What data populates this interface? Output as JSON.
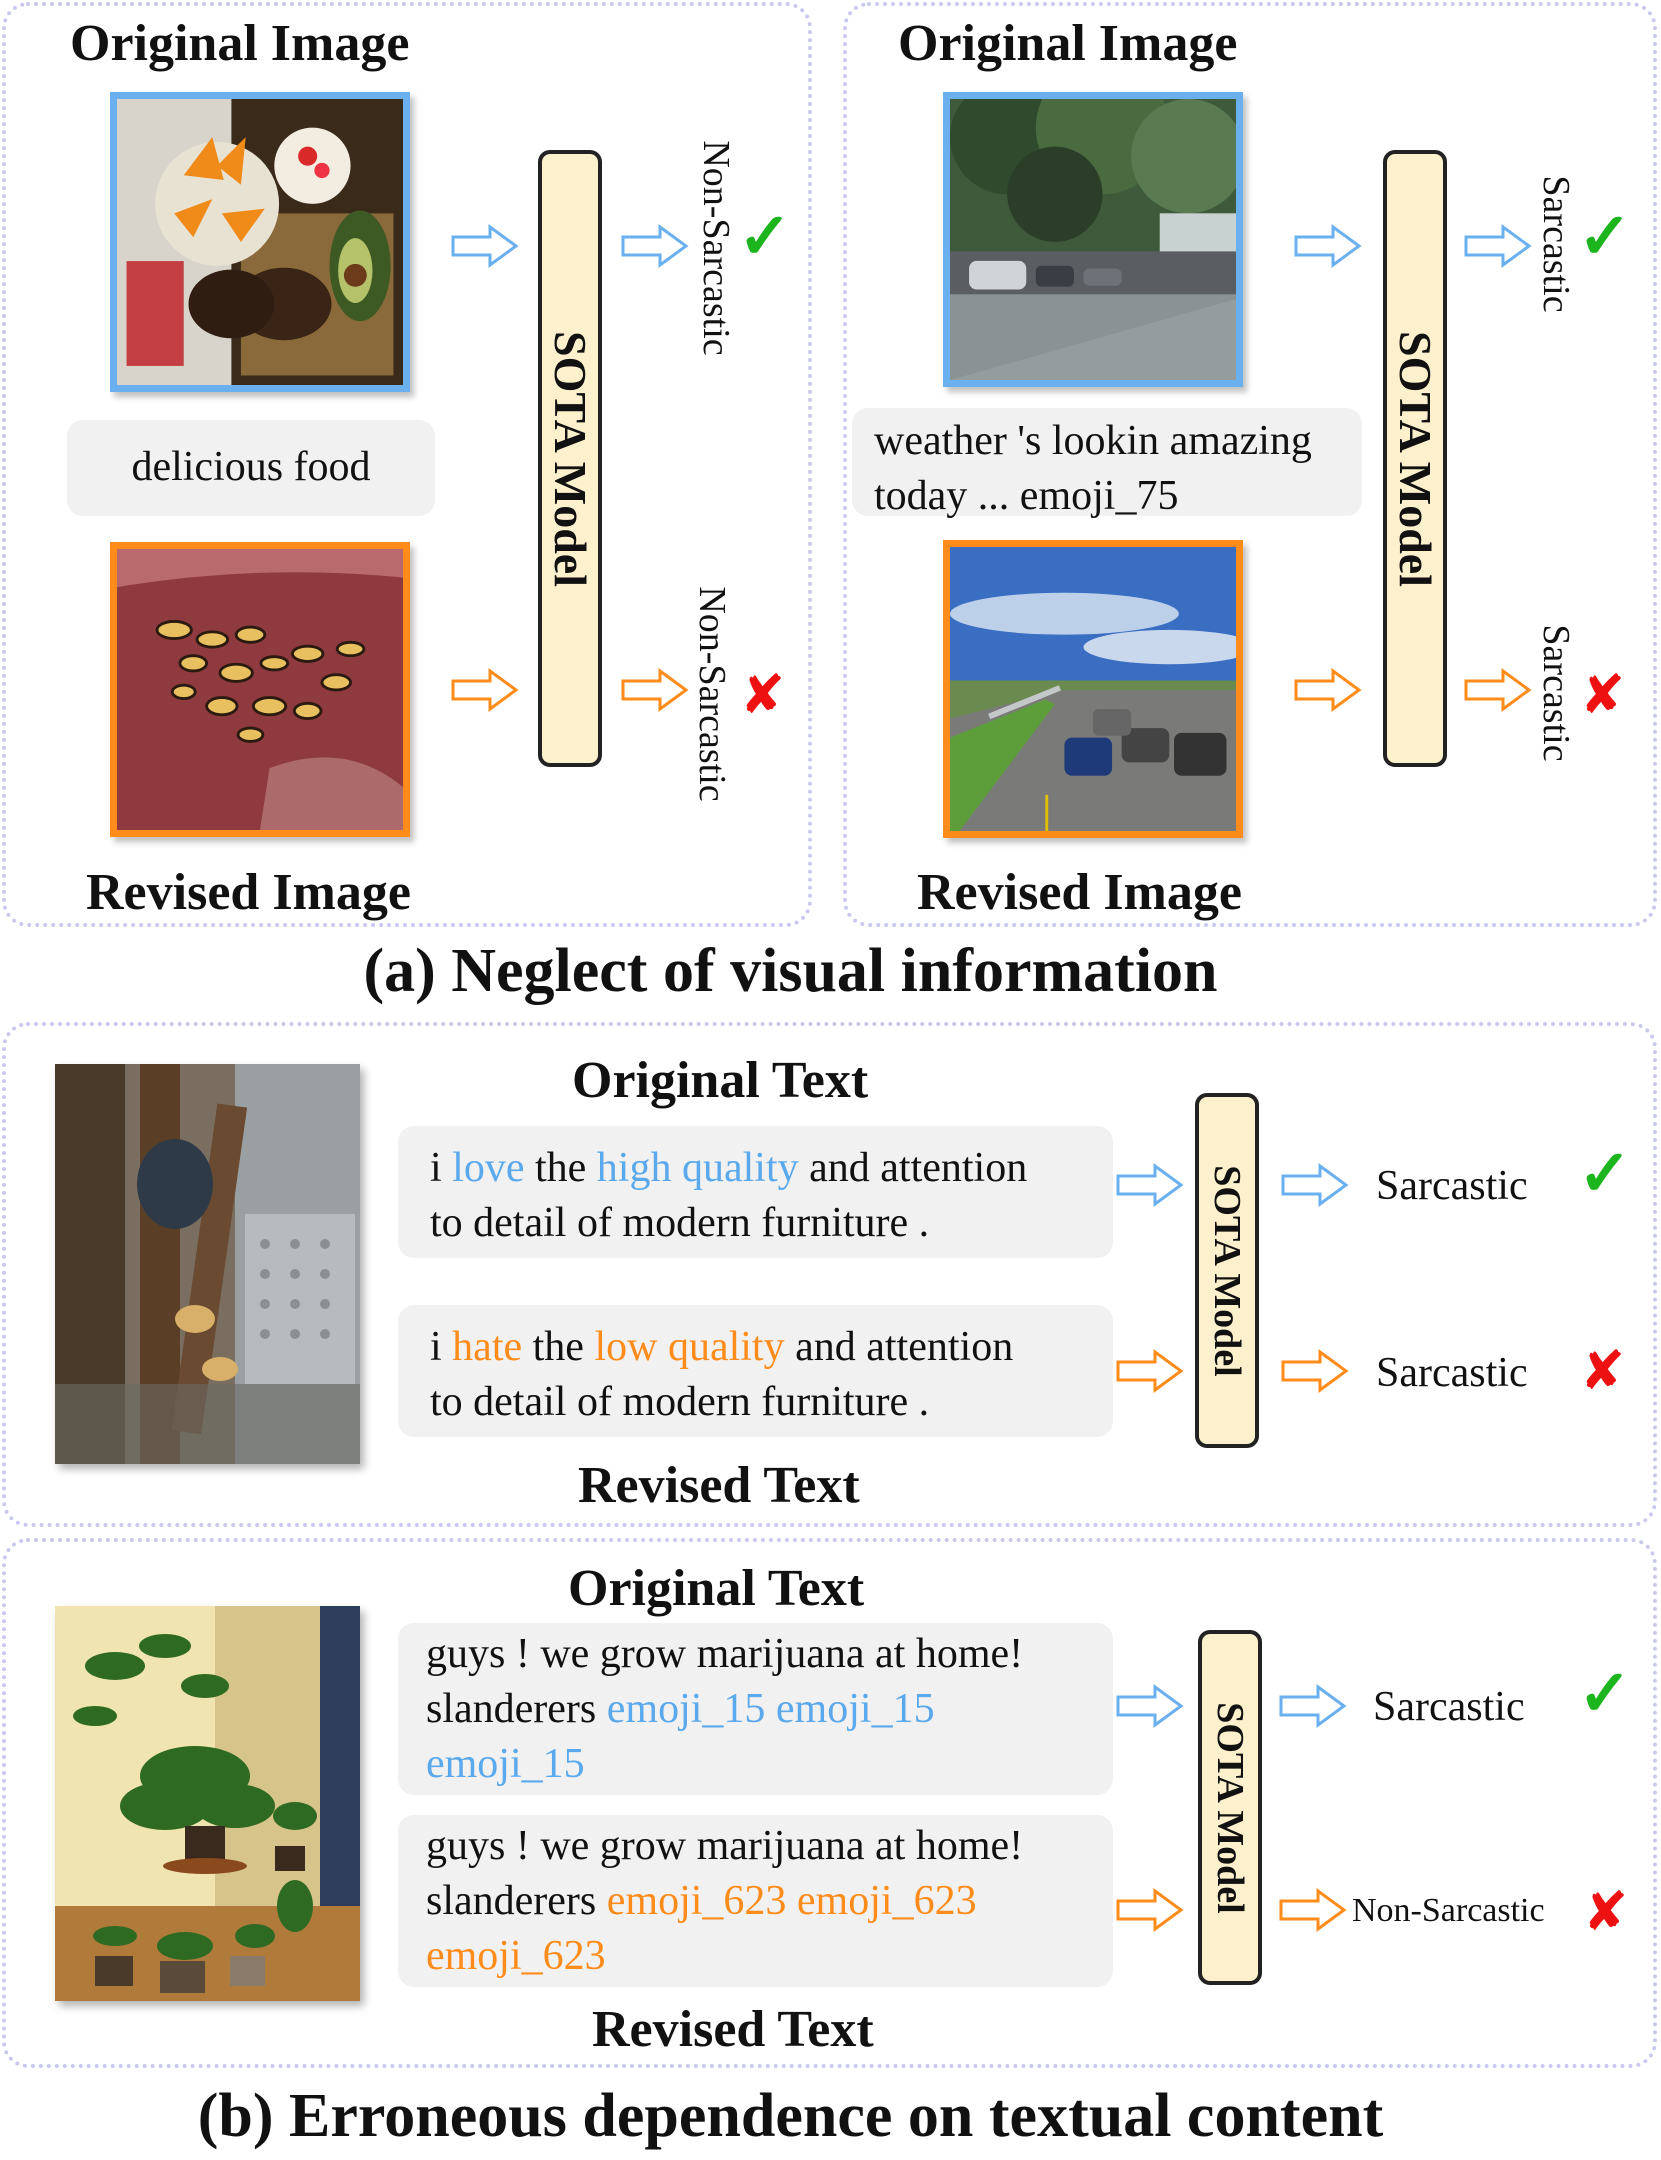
{
  "colors": {
    "original": "#6ab0ef",
    "revised": "#ff8c1a",
    "model_fill": "#fdf0cc",
    "panel_border": "#c9c9ee",
    "check": "#1db51d",
    "cross": "#ee1111"
  },
  "section_a": {
    "caption": "(a) Neglect of visual information",
    "left": {
      "original_heading": "Original Image",
      "revised_heading": "Revised Image",
      "text": "delicious food",
      "model": "SOTA Model",
      "original_result": "Non-Sarcastic",
      "revised_result": "Non-Sarcastic"
    },
    "right": {
      "original_heading": "Original Image",
      "revised_heading": "Revised Image",
      "text_line1": "weather 's lookin amazing",
      "text_line2": "today ...  emoji_75",
      "model": "SOTA Model",
      "original_result": "Sarcastic",
      "revised_result": "Sarcastic"
    }
  },
  "section_b": {
    "caption": "(b) Erroneous dependence on textual content",
    "top": {
      "original_heading": "Original Text",
      "revised_heading": "Revised Text",
      "original_text": {
        "p1": "i ",
        "h1": "love",
        "p2": " the ",
        "h2": "high quality",
        "p3": " and attention",
        "line2": "to detail of modern furniture ."
      },
      "revised_text": {
        "p1": "i ",
        "h1": "hate",
        "p2": " the ",
        "h2": "low quality",
        "p3": " and attention",
        "line2": "to detail of modern furniture ."
      },
      "model": "SOTA Model",
      "original_result": "Sarcastic",
      "revised_result": "Sarcastic"
    },
    "bottom": {
      "original_heading": "Original Text",
      "revised_heading": "Revised Text",
      "original_text": {
        "line1": "guys ! we grow marijuana at home!",
        "line2_plain": " slanderers ",
        "line2_hl": "emoji_15 emoji_15",
        "line3_hl": "emoji_15"
      },
      "revised_text": {
        "line1": "guys ! we grow marijuana at home!",
        "line2_plain": "slanderers ",
        "line2_hl": "emoji_623 emoji_623",
        "line3_hl": "emoji_623"
      },
      "model": "SOTA Model",
      "original_result": "Sarcastic",
      "revised_result": "Non-Sarcastic"
    }
  },
  "icons": {
    "correct": "check-mark-icon",
    "wrong": "cross-mark-icon"
  },
  "marks": {
    "check": "✓",
    "cross": "✘"
  }
}
